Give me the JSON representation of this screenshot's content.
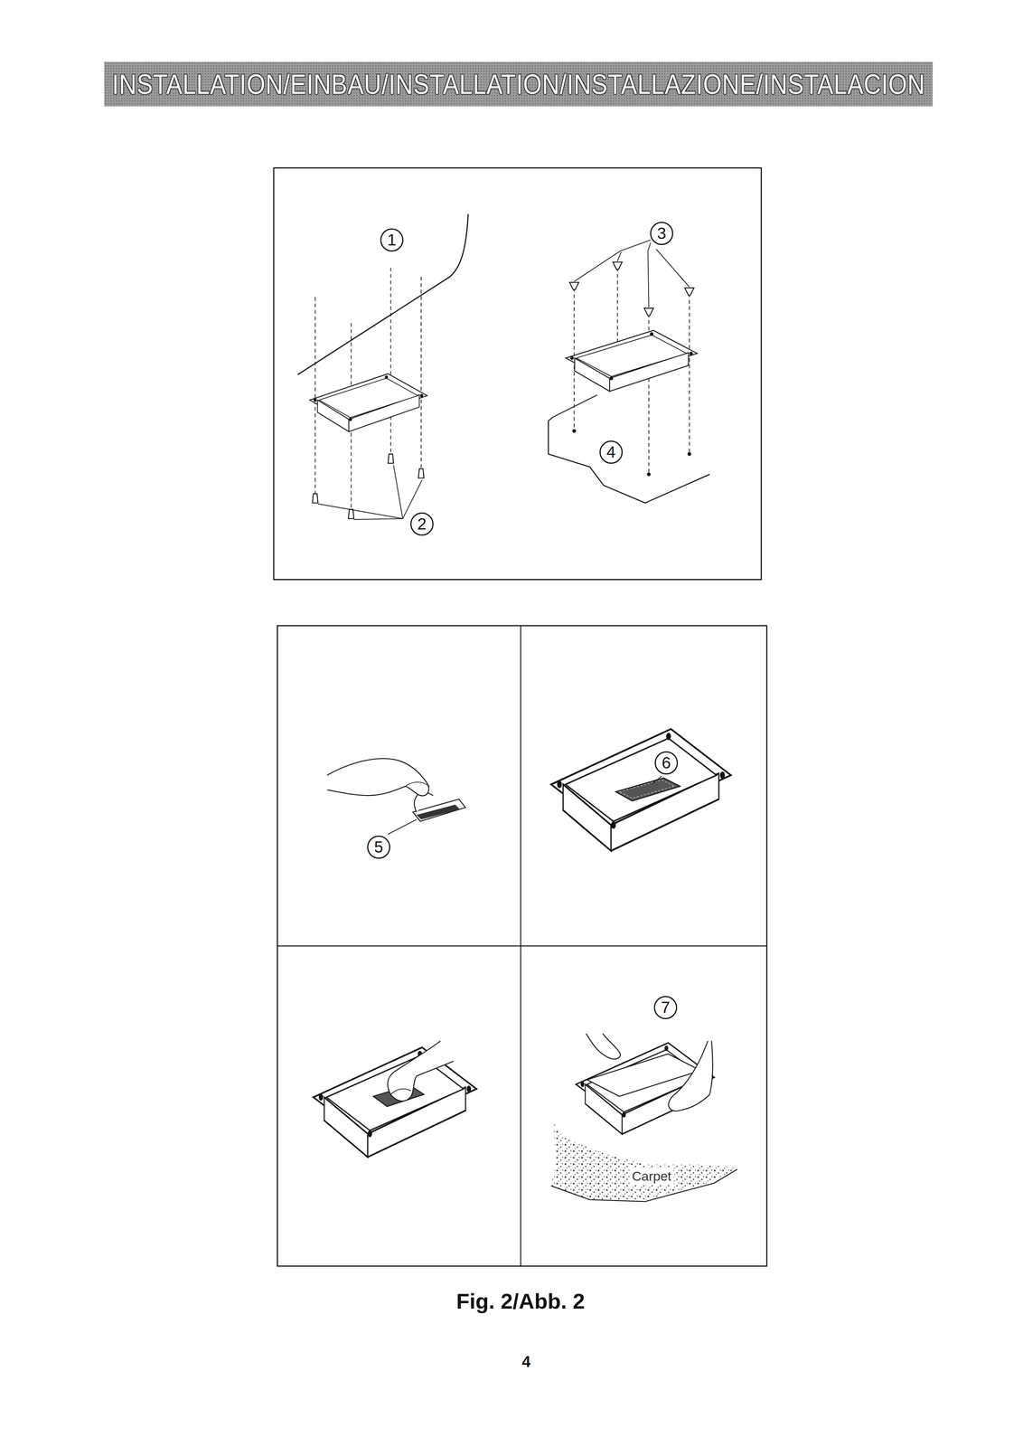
{
  "diagram": {
    "title": "INSTALLATION/EINBAU/INSTALLATION/INSTALLAZIONE/INSTALACION",
    "caption": "Fig. 2/Abb. 2",
    "labels": [
      "1",
      "2",
      "3",
      "4",
      "5",
      "6",
      "7",
      "Carpet",
      "4"
    ]
  }
}
